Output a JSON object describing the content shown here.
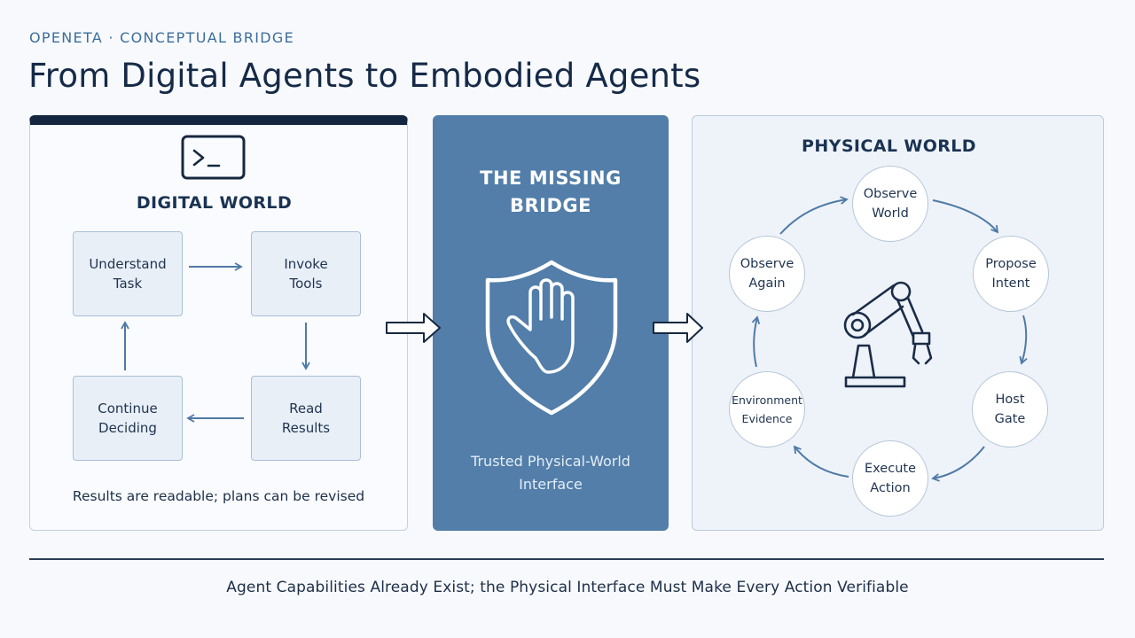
{
  "header": {
    "eyebrow": "OPENETA · CONCEPTUAL BRIDGE",
    "title": "From Digital Agents to Embodied Agents"
  },
  "digital_world": {
    "icon": "terminal-icon",
    "heading": "DIGITAL WORLD",
    "steps": [
      {
        "label": "Understand\nTask"
      },
      {
        "label": "Invoke\nTools"
      },
      {
        "label": "Read\nResults"
      },
      {
        "label": "Continue\nDeciding"
      }
    ],
    "caption": "Results are readable; plans can be revised"
  },
  "bridge": {
    "heading": "THE MISSING\nBRIDGE",
    "icon": "shield-hand-icon",
    "caption": "Trusted Physical-World\nInterface"
  },
  "physical_world": {
    "heading": "PHYSICAL WORLD",
    "icon": "robot-arm-icon",
    "cycle": [
      {
        "label": "Observe\nWorld"
      },
      {
        "label": "Propose\nIntent"
      },
      {
        "label": "Host\nGate"
      },
      {
        "label": "Execute\nAction"
      },
      {
        "label": "Environment\nEvidence"
      },
      {
        "label": "Observe\nAgain"
      }
    ]
  },
  "footer": "Agent Capabilities Already Exist; the Physical Interface Must Make Every Action Verifiable",
  "colors": {
    "navy": "#142640",
    "bridge_blue": "#527ea9",
    "arrow_blue": "#4f7aa6"
  }
}
